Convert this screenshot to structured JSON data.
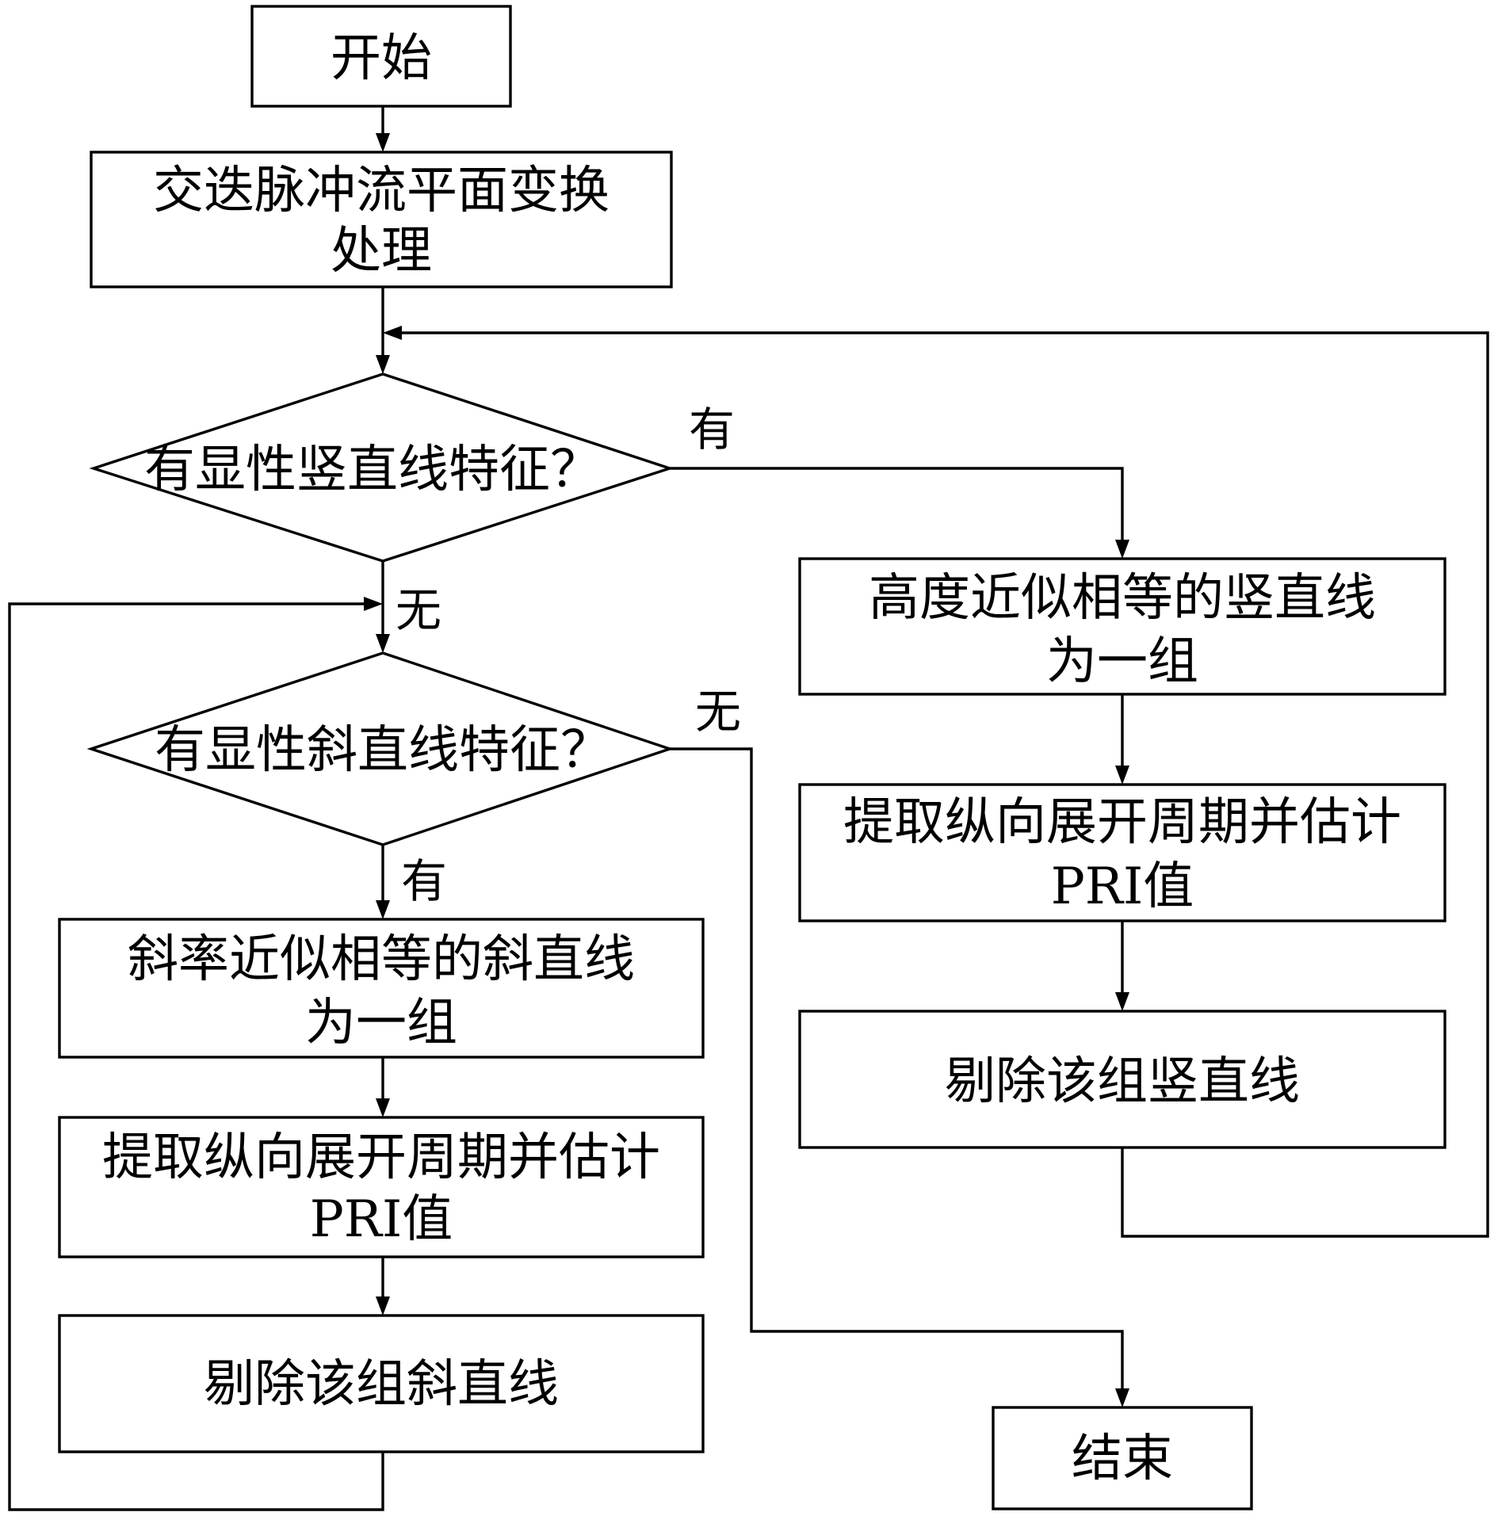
{
  "nodes": {
    "start": {
      "label": "开始"
    },
    "transform": {
      "lines": [
        "交迭脉冲流平面变换",
        "处理"
      ]
    },
    "vertical_check": {
      "label": "有显性竖直线特征？"
    },
    "oblique_check": {
      "label": "有显性斜直线特征？"
    },
    "group_vertical": {
      "lines": [
        "高度近似相等的竖直线",
        "为一组"
      ]
    },
    "extract_vertical": {
      "lines": [
        "提取纵向展开周期并估计",
        "PRI值"
      ]
    },
    "remove_vertical": {
      "label": "剔除该组竖直线"
    },
    "group_oblique": {
      "lines": [
        "斜率近似相等的斜直线",
        "为一组"
      ]
    },
    "extract_oblique": {
      "lines": [
        "提取纵向展开周期并估计",
        "PRI值"
      ]
    },
    "remove_oblique": {
      "label": "剔除该组斜直线"
    },
    "end": {
      "label": "结束"
    }
  },
  "edges": [
    {
      "from": "start",
      "to": "transform",
      "label": ""
    },
    {
      "from": "transform",
      "to": "vertical_check",
      "label": ""
    },
    {
      "from": "vertical_check",
      "to": "group_vertical",
      "label": "有"
    },
    {
      "from": "vertical_check",
      "to": "oblique_check",
      "label": "无"
    },
    {
      "from": "group_vertical",
      "to": "extract_vertical",
      "label": ""
    },
    {
      "from": "extract_vertical",
      "to": "remove_vertical",
      "label": ""
    },
    {
      "from": "remove_vertical",
      "to": "vertical_check",
      "label": ""
    },
    {
      "from": "oblique_check",
      "to": "group_oblique",
      "label": "有"
    },
    {
      "from": "oblique_check",
      "to": "end",
      "label": "无"
    },
    {
      "from": "group_oblique",
      "to": "extract_oblique",
      "label": ""
    },
    {
      "from": "extract_oblique",
      "to": "remove_oblique",
      "label": ""
    },
    {
      "from": "remove_oblique",
      "to": "oblique_check",
      "label": ""
    }
  ]
}
